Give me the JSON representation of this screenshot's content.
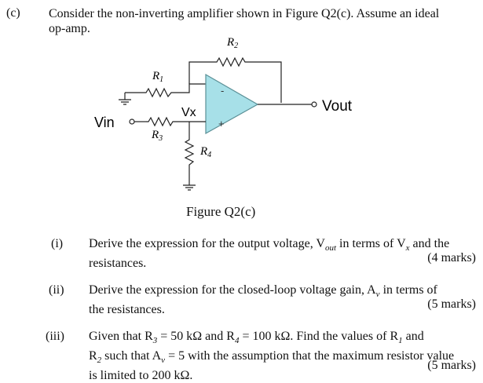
{
  "question_label": "(c)",
  "intro_line1": "Consider the non-inverting amplifier shown in Figure Q2(c). Assume an ideal",
  "intro_line2": "op-amp.",
  "circuit": {
    "r1": "R",
    "r1_sub": "1",
    "r2": "R",
    "r2_sub": "2",
    "r3": "R",
    "r3_sub": "3",
    "r4": "R",
    "r4_sub": "4",
    "vx": "Vx",
    "vin": "Vin",
    "vout": "Vout",
    "minus": "-",
    "plus": "+"
  },
  "figure_caption": "Figure Q2(c)",
  "parts": [
    {
      "num": "(i)",
      "line1": "Derive the expression for the output voltage, V",
      "line1_sub": "out",
      "line1_mid": " in terms of V",
      "line1_sub2": "x",
      "line1_end": " and the",
      "line2": "resistances.",
      "marks": "(4 marks)"
    },
    {
      "num": "(ii)",
      "line1": "Derive the expression for the closed-loop voltage gain, A",
      "line1_sub": "v",
      "line1_end": " in terms of",
      "line2": "the resistances.",
      "marks": "(5 marks)"
    },
    {
      "num": "(iii)",
      "line1_a": "Given that R",
      "line1_sub_a": "3",
      "line1_b": " = 50 kΩ and R",
      "line1_sub_b": "4",
      "line1_c": " = 100 kΩ. Find the values of R",
      "line1_sub_c": "1",
      "line1_d": " and",
      "line2_a": "R",
      "line2_sub_a": "2",
      "line2_b": " such that A",
      "line2_sub_b": "v",
      "line2_c": " = 5 with the assumption that the maximum resistor value",
      "line3": "is limited to 200 kΩ.",
      "marks": "(5 marks)"
    }
  ]
}
